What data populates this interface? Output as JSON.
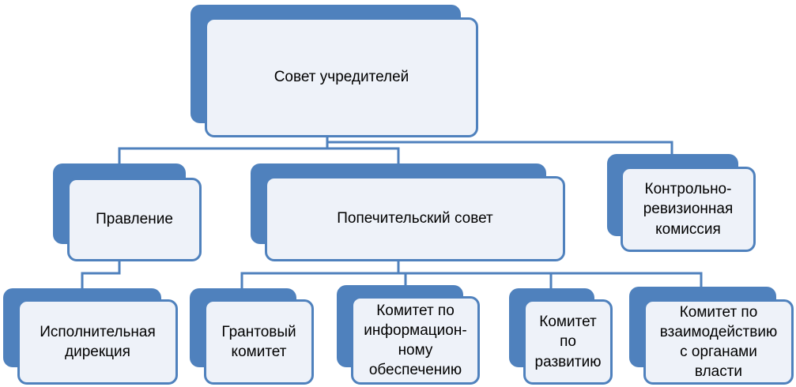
{
  "colors": {
    "accent": "#4f81bd",
    "box_fill": "#eef2f9",
    "text": "#000000"
  },
  "nodes": {
    "founders_council": {
      "label": "Совет учредителей"
    },
    "board": {
      "label": "Правление"
    },
    "trustees_council": {
      "label": "Попечительский совет"
    },
    "audit_commission": {
      "label": "Контрольно-\nревизионная\nкомиссия"
    },
    "executive_directorate": {
      "label": "Исполнительная\nдирекция"
    },
    "grant_committee": {
      "label": "Грантовый\nкомитет"
    },
    "info_committee": {
      "label": "Комитет по\nинформацион-\nному\nобеспечению"
    },
    "development_committee": {
      "label": "Комитет\nпо\nразвитию"
    },
    "authorities_committee": {
      "label": "Комитет по\nвзаимодействию\nс органами\nвласти"
    }
  },
  "edges": [
    {
      "from": "founders_council",
      "to": "board"
    },
    {
      "from": "founders_council",
      "to": "trustees_council"
    },
    {
      "from": "founders_council",
      "to": "audit_commission"
    },
    {
      "from": "board",
      "to": "executive_directorate"
    },
    {
      "from": "trustees_council",
      "to": "grant_committee"
    },
    {
      "from": "trustees_council",
      "to": "info_committee"
    },
    {
      "from": "trustees_council",
      "to": "development_committee"
    },
    {
      "from": "trustees_council",
      "to": "authorities_committee"
    }
  ]
}
